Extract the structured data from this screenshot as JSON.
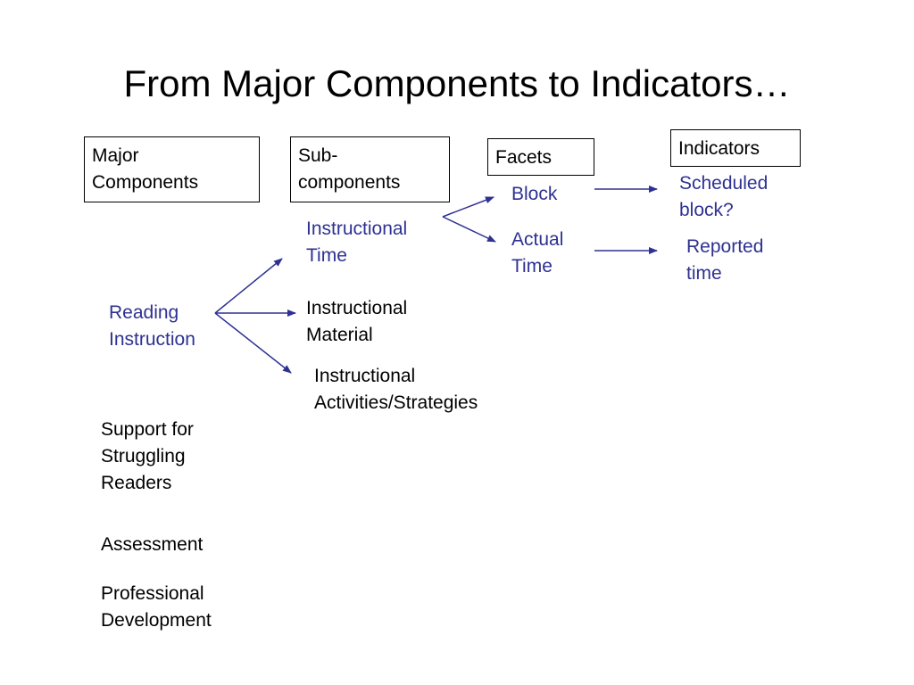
{
  "title": "From Major Components to Indicators…",
  "headers": {
    "major_components": [
      "Major",
      "Components"
    ],
    "sub_components": [
      "Sub-",
      "components"
    ],
    "facets": "Facets",
    "indicators": "Indicators"
  },
  "major_components": {
    "reading_instruction": [
      "Reading",
      "Instruction"
    ],
    "support_struggling": [
      "Support for",
      "Struggling",
      "Readers"
    ],
    "assessment": "Assessment",
    "professional_development": [
      "Professional",
      "Development"
    ]
  },
  "sub_components": {
    "instructional_time": [
      "Instructional",
      "Time"
    ],
    "instructional_material": [
      "Instructional",
      "Material"
    ],
    "instructional_activities": [
      "Instructional",
      "Activities/Strategies"
    ]
  },
  "facets": {
    "block": "Block",
    "actual_time": [
      "Actual",
      "Time"
    ]
  },
  "indicators": {
    "scheduled_block": [
      "Scheduled",
      "block?"
    ],
    "reported_time": [
      "Reported",
      "time"
    ]
  },
  "colors": {
    "highlight_text": "#2e3192",
    "arrow": "#2e3192",
    "plain_text": "#000000"
  }
}
